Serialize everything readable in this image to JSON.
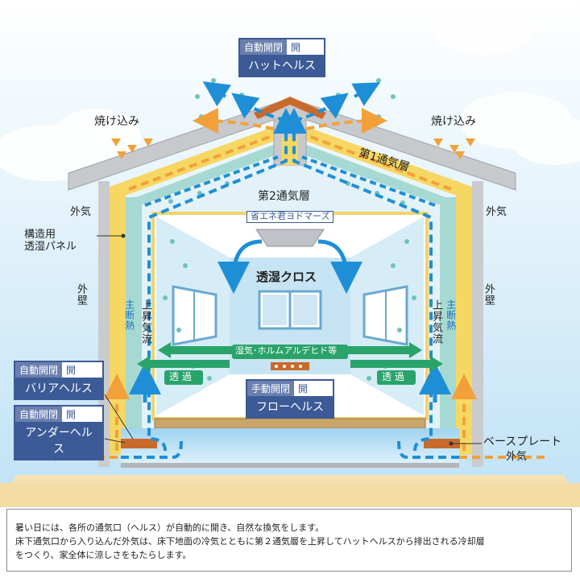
{
  "labels": {
    "yakekomi": "焼け込み",
    "dai1": "第1通気層",
    "dai2": "第2通気層",
    "gaiki": "外気",
    "kouzou": "構造用\n透湿パネル",
    "gaiheki": "外壁",
    "shudan": "主断熱",
    "joushou": "上昇気流",
    "toushitsu_cloth": "透湿クロス",
    "yodomars": "省エネ君ヨドマーズ",
    "shikki": "湿気･ホルムアルデヒド等",
    "touka": "透 過",
    "base_plate": "ベースプレート"
  },
  "tags": {
    "hat": {
      "mode": "自動開閉",
      "state": "開",
      "name": "ハットヘルス"
    },
    "barrier": {
      "mode": "自動開閉",
      "state": "開",
      "name": "バリアヘルス"
    },
    "under": {
      "mode": "自動開閉",
      "state": "開",
      "name": "アンダーヘルス"
    },
    "flow": {
      "mode": "手動開閉",
      "state": "開",
      "name": "フローヘルス"
    }
  },
  "caption": {
    "line1": "暑い日には、各所の通気口（ヘルス）が自動的に開き、自然な換気をします。",
    "line2": "床下通気口から入り込んだ外気は、床下地面の冷気とともに第２通気層を上昇してハットヘルスから排出される冷却層",
    "line3": "をつくり、家全体に涼しさをもたらします。"
  },
  "colors": {
    "sky": "#cfe8f7",
    "roof": "#b9bcc0",
    "insulation": "#f7d763",
    "airlayer": "#a6d9d2",
    "flow_blue": "#1e8fd6",
    "flow_orange": "#f2a13a",
    "tag_blue": "#3c5a96",
    "green_arrow": "#2aa36b"
  }
}
